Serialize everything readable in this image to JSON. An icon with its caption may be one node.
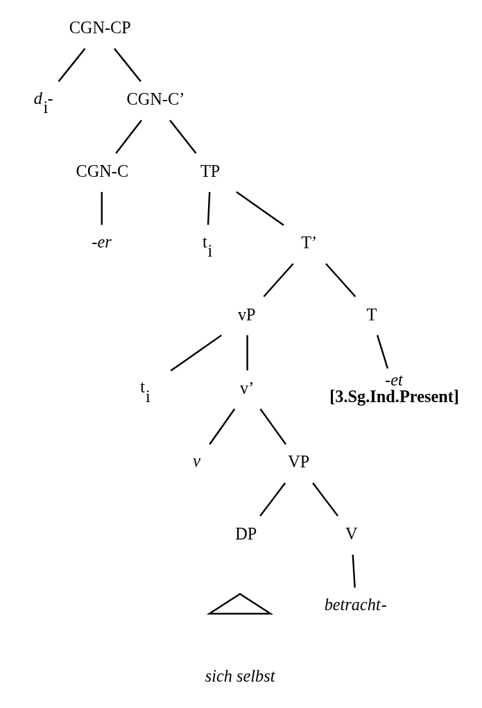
{
  "diagram": {
    "nodes": [
      {
        "text": [
          "CGN-CP"
        ]
      },
      {
        "text": [
          "*d*$_{i}$-"
        ]
      },
      {
        "text": [
          "CGN-C’"
        ]
      },
      {
        "text": [
          "CGN-C"
        ]
      },
      {
        "text": [
          "TP"
        ]
      },
      {
        "text": [
          "*-er*"
        ]
      },
      {
        "text": [
          "t$_{i}$"
        ]
      },
      {
        "text": [
          "T’"
        ]
      },
      {
        "text": [
          "vP"
        ]
      },
      {
        "text": [
          "T"
        ]
      },
      {
        "text": [
          "*-et*",
          "**[3.Sg.Ind.Present]**"
        ]
      },
      {
        "text": [
          "t$_{i}$"
        ]
      },
      {
        "text": [
          "v’"
        ]
      },
      {
        "text": [
          "*v*"
        ]
      },
      {
        "text": [
          "VP"
        ]
      },
      {
        "text": [
          "DP"
        ]
      },
      {
        "text": [],
        "shape": "triangle",
        "beside": [
          "*sich selbst*"
        ]
      },
      {
        "text": [
          "V"
        ]
      },
      {
        "text": [
          "*betracht*-"
        ]
      }
    ],
    "edges": [
      {
        "from": 0,
        "to": 1,
        "arrow": "none"
      },
      {
        "from": 0,
        "to": 2,
        "arrow": "none"
      },
      {
        "from": 2,
        "to": 3,
        "arrow": "none"
      },
      {
        "from": 2,
        "to": 4,
        "arrow": "none"
      },
      {
        "from": 3,
        "to": 5,
        "arrow": "none"
      },
      {
        "from": 4,
        "to": 6,
        "arrow": "none"
      },
      {
        "from": 4,
        "to": 7,
        "arrow": "none"
      },
      {
        "from": 7,
        "to": 8,
        "arrow": "none"
      },
      {
        "from": 7,
        "to": 9,
        "arrow": "none"
      },
      {
        "from": 9,
        "to": 10,
        "arrow": "none"
      },
      {
        "from": 8,
        "to": 11,
        "arrow": "none"
      },
      {
        "from": 8,
        "to": 12,
        "arrow": "none"
      },
      {
        "from": 12,
        "to": 13,
        "arrow": "none"
      },
      {
        "from": 12,
        "to": 14,
        "arrow": "none"
      },
      {
        "from": 14,
        "to": 15,
        "arrow": "none"
      },
      {
        "from": 14,
        "to": 17,
        "arrow": "none"
      },
      {
        "from": 17,
        "to": 18,
        "arrow": "none"
      }
    ]
  }
}
